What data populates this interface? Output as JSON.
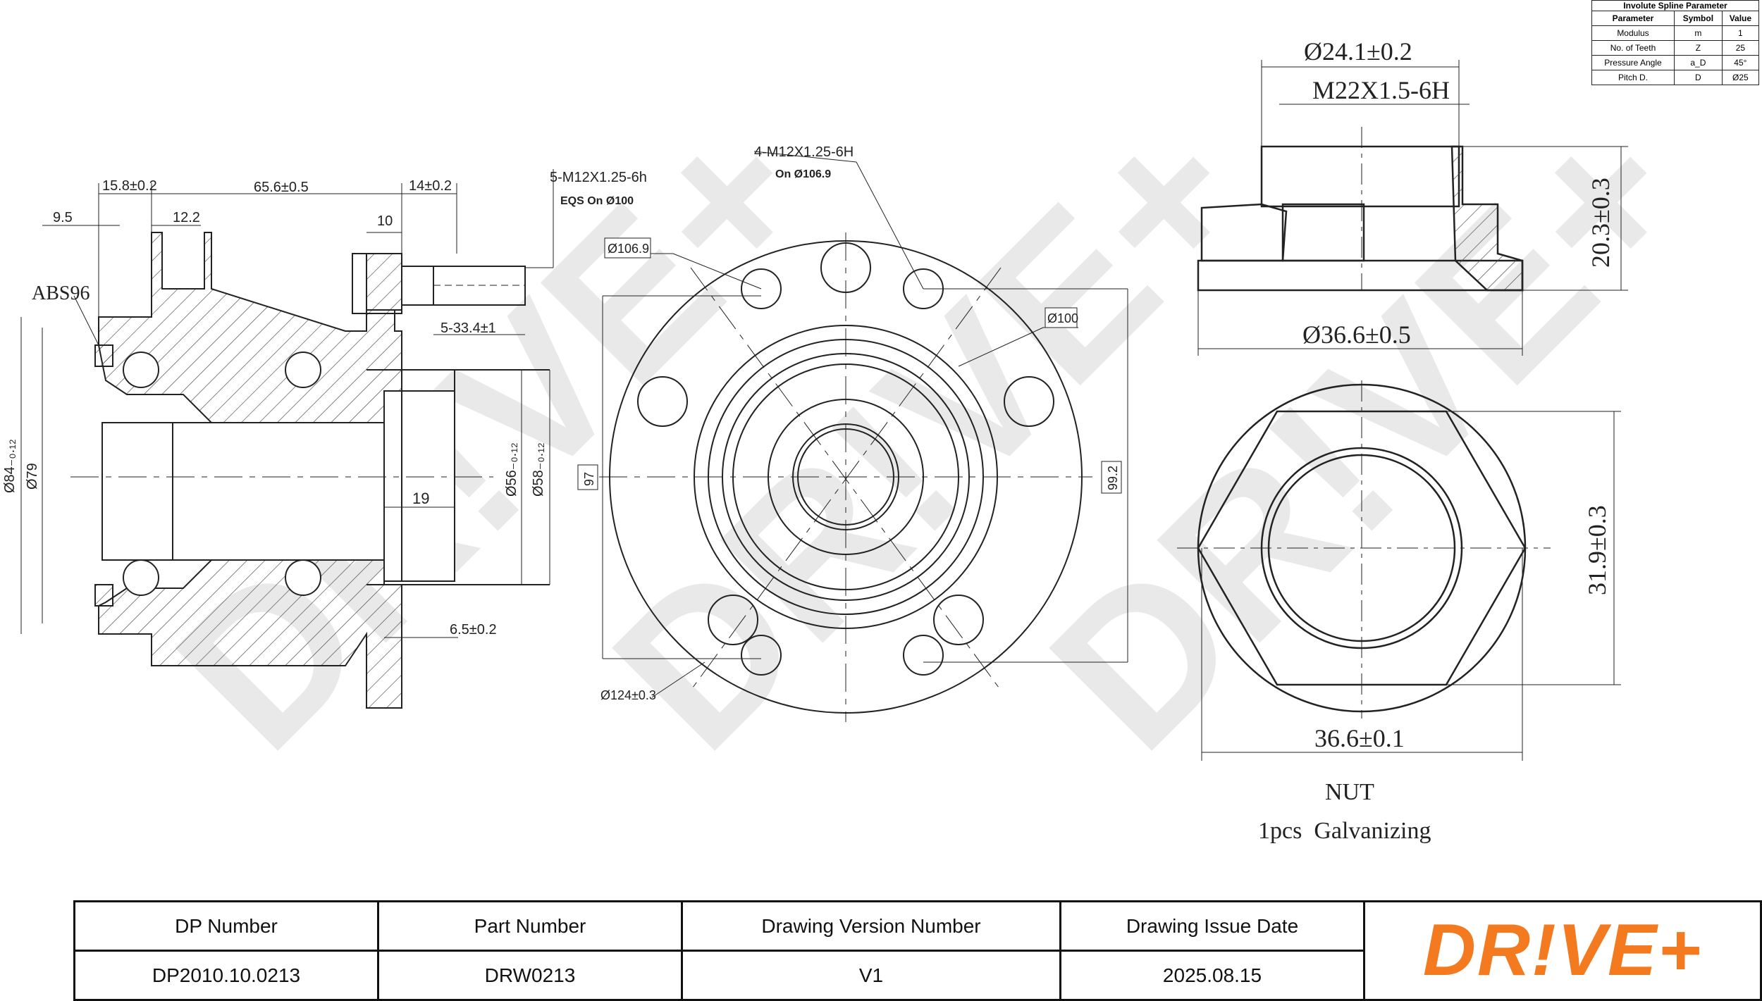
{
  "side_view": {
    "dims_top": [
      "15.8±0.2",
      "65.6±0.5",
      "14±0.2",
      "9.5",
      "12.2",
      "10"
    ],
    "abs_label": "ABS96",
    "bolt_callout": "5-M12X1.25-6h",
    "bolt_callout2": "EQS On Ø100",
    "stud_dim": "5-33.4±1",
    "dims_left": [
      "Ø84₋₀.₁₂",
      "Ø79"
    ],
    "dims_right": [
      "Ø56₋₀.₁₂",
      "Ø58₋₀.₁₂"
    ],
    "dim_19": "19",
    "dim_65": "6.5±0.2"
  },
  "front_view": {
    "thread_callout": "4-M12X1.25-6H",
    "thread_callout2": "On Ø106.9",
    "d1069": "Ø106.9",
    "d100": "Ø100",
    "d97": "97",
    "d992": "99.2",
    "d124": "Ø124±0.3"
  },
  "nut_view": {
    "d241": "Ø24.1±0.2",
    "thread": "M22X1.5-6H",
    "h203": "20.3±0.3",
    "d366": "Ø36.6±0.5",
    "h319": "31.9±0.3",
    "w366": "36.6±0.1",
    "title": "NUT",
    "subtitle": "1pcs  Galvanizing"
  },
  "watermark": "DR!VE+",
  "spline_table": {
    "caption": "Involute Spline Parameter",
    "headers": [
      "Parameter",
      "Symbol",
      "Value"
    ],
    "rows": [
      [
        "Modulus",
        "m",
        "1"
      ],
      [
        "No. of Teeth",
        "Z",
        "25"
      ],
      [
        "Pressure Angle",
        "a_D",
        "45°"
      ],
      [
        "Pitch D.",
        "D",
        "Ø25"
      ]
    ]
  },
  "title_block": {
    "headers": [
      "DP Number",
      "Part Number",
      "Drawing Version Number",
      "Drawing Issue Date"
    ],
    "values": [
      "DP2010.10.0213",
      "DRW0213",
      "V1",
      "2025.08.15"
    ],
    "logo": "DR!VE+",
    "logo_color": "#f47a1f"
  }
}
